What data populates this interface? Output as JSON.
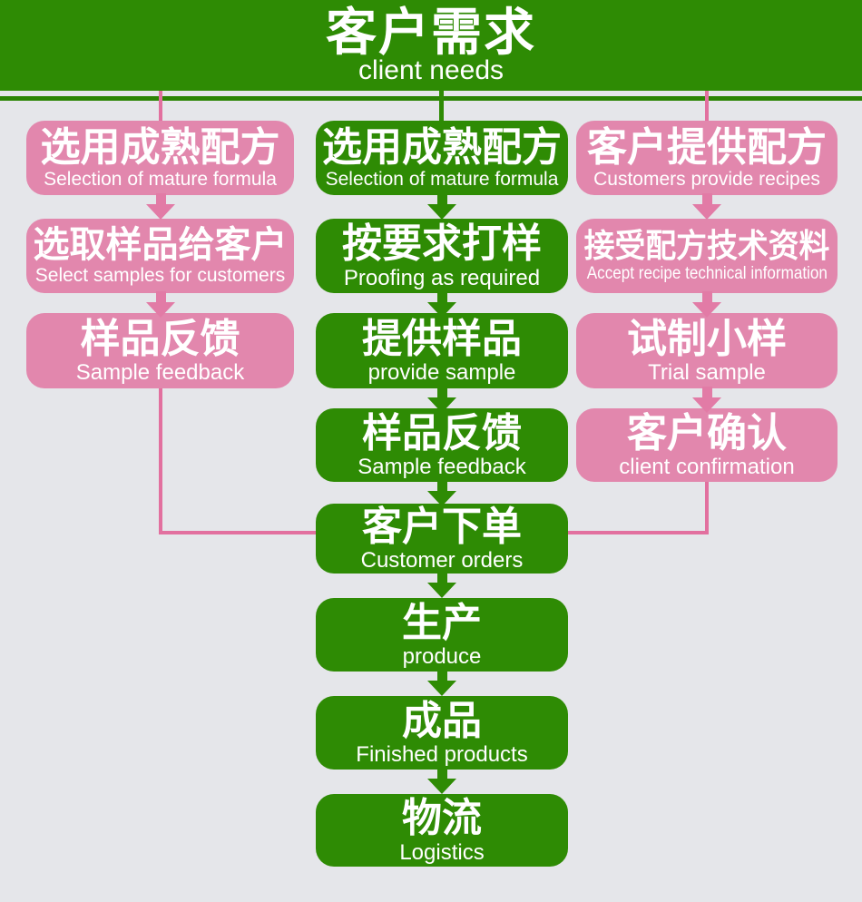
{
  "header": {
    "zh": "客户需求",
    "en": "client needs"
  },
  "columns": {
    "left": [
      {
        "zh": "选用成熟配方",
        "en": "Selection of mature formula"
      },
      {
        "zh": "选取样品给客户",
        "en": "Select samples for customers"
      },
      {
        "zh": "样品反馈",
        "en": "Sample feedback"
      }
    ],
    "middle": [
      {
        "zh": "选用成熟配方",
        "en": "Selection of mature formula"
      },
      {
        "zh": "按要求打样",
        "en": "Proofing as required"
      },
      {
        "zh": "提供样品",
        "en": "provide sample"
      },
      {
        "zh": "样品反馈",
        "en": "Sample feedback"
      },
      {
        "zh": "客户下单",
        "en": "Customer orders"
      },
      {
        "zh": "生产",
        "en": "produce"
      },
      {
        "zh": "成品",
        "en": "Finished products"
      },
      {
        "zh": "物流",
        "en": "Logistics"
      }
    ],
    "right": [
      {
        "zh": "客户提供配方",
        "en": "Customers provide recipes"
      },
      {
        "zh": "接受配方技术资料",
        "en": "Accept recipe technical information"
      },
      {
        "zh": "试制小样",
        "en": "Trial sample"
      },
      {
        "zh": "客户确认",
        "en": "client confirmation"
      }
    ]
  },
  "colors": {
    "green": "#2e8b04",
    "rule_green": "#2b8404",
    "pink": "#e287ad",
    "pink_line": "#e2709f",
    "pink_arrow": "#e27ba6",
    "background": "#e5e6ea",
    "text_white": "#ffffff"
  }
}
